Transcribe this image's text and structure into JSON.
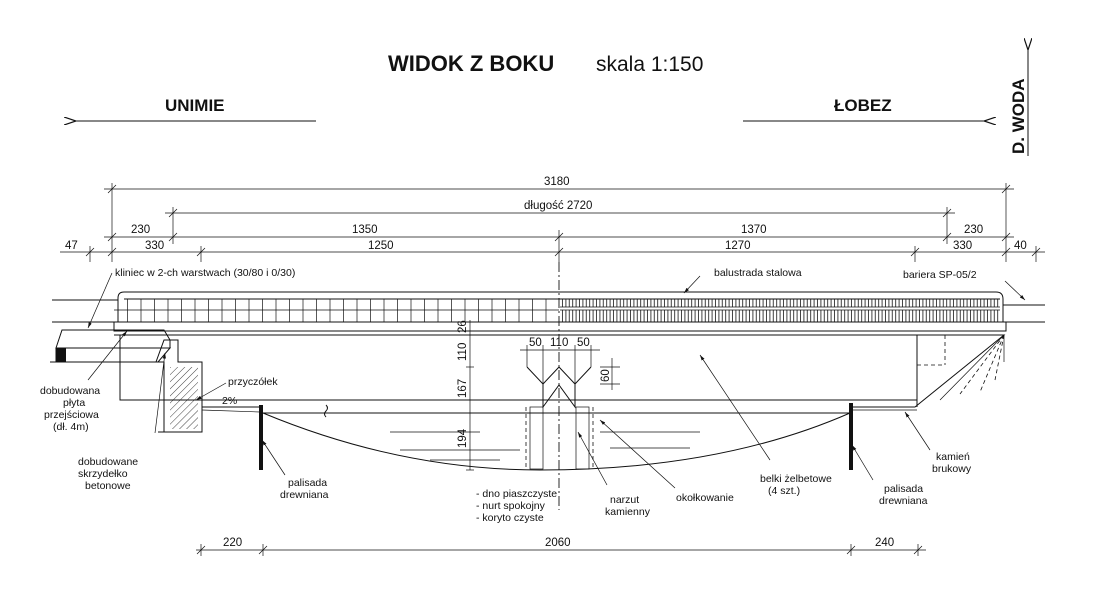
{
  "title": {
    "main": "WIDOK  Z  BOKU",
    "scale": "skala 1:150"
  },
  "directions": {
    "left": "UNIMIE",
    "right": "ŁOBEZ",
    "water": "D. WODA"
  },
  "dimensions": {
    "total": "3180",
    "length": "długość 2720",
    "row2": [
      "230",
      "1350",
      "1370",
      "230"
    ],
    "row3": [
      "47",
      "330",
      "1250",
      "1270",
      "330",
      "40"
    ],
    "deck_26": "26",
    "deck_110": "110",
    "h167": "167",
    "h194": "194",
    "pier_50a": "50",
    "pier_110": "110",
    "pier_50b": "50",
    "h60": "60",
    "slope": "2%",
    "bottom": [
      "220",
      "2060",
      "240"
    ]
  },
  "labels": {
    "kliniec": "kliniec w 2-ch warstwach (30/80 i 0/30)",
    "balustrada": "balustrada stalowa",
    "bariera": "bariera SP-05/2",
    "plyta": [
      "dobudowana",
      "płyta",
      "przejściowa",
      "(dł. 4m)"
    ],
    "skrzydelko": [
      "dobudowane",
      "skrzydełko",
      "betonowe"
    ],
    "przyczolek": "przyczółek",
    "palisada_left": [
      "palisada",
      "drewniana"
    ],
    "river": [
      "- dno piaszczyste",
      "- nurt spokojny",
      "- koryto czyste"
    ],
    "narzut": [
      "narzut",
      "kamienny"
    ],
    "okolkowanie": "okołkowanie",
    "belki": [
      "belki żelbetowe",
      "(4 szt.)"
    ],
    "palisada_right": [
      "palisada",
      "drewniana"
    ],
    "kamien": [
      "kamień",
      "brukowy"
    ]
  }
}
